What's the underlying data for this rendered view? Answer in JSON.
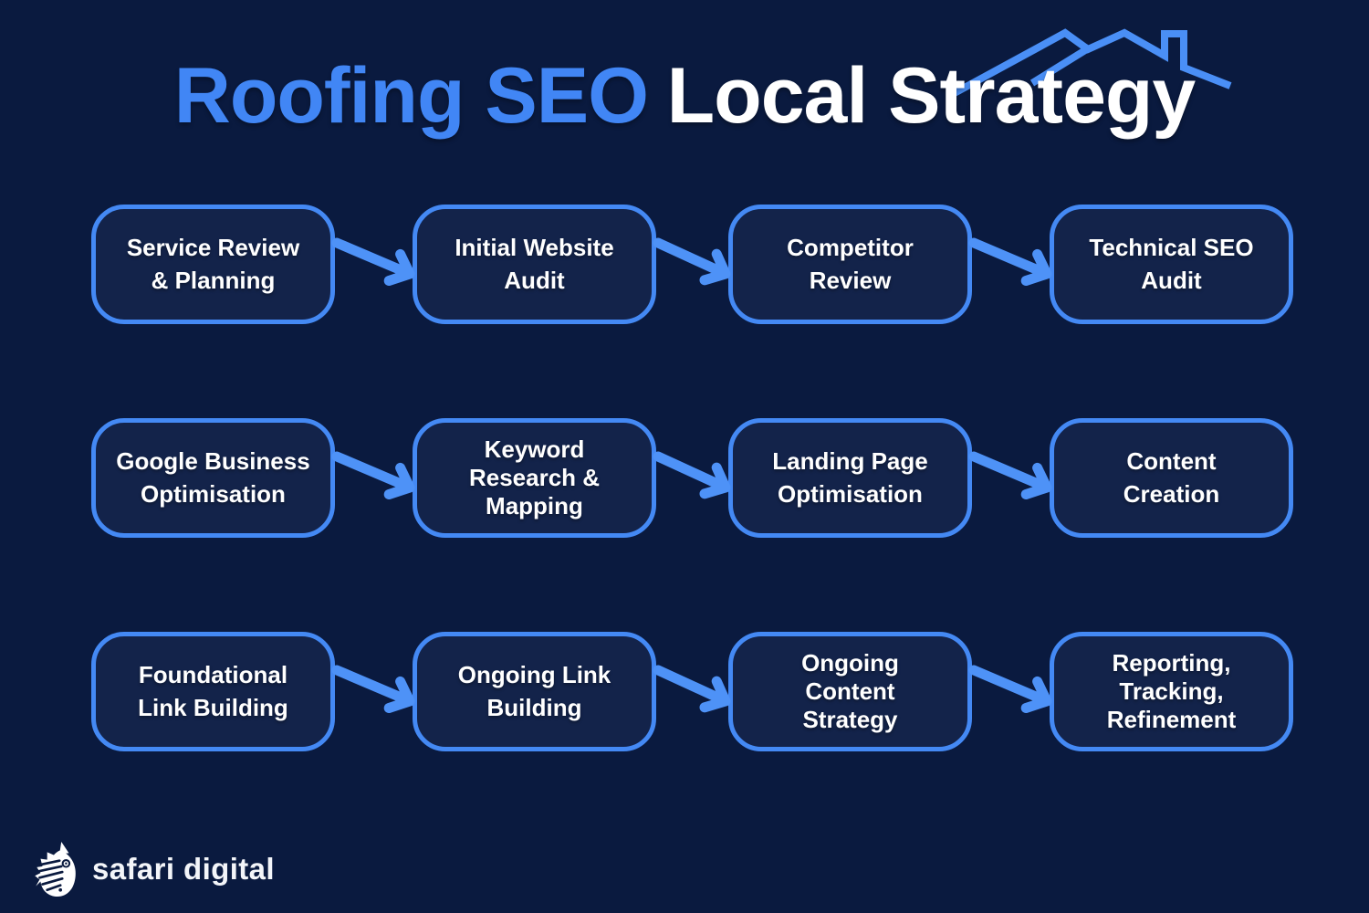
{
  "title": {
    "highlight": "Roofing SEO",
    "rest": "Local Strategy"
  },
  "steps": [
    {
      "label": "Service Review\n& Planning"
    },
    {
      "label": "Initial Website\nAudit"
    },
    {
      "label": "Competitor\nReview"
    },
    {
      "label": "Technical SEO\nAudit"
    },
    {
      "label": "Google Business\nOptimisation"
    },
    {
      "label": "Keyword\nResearch &\nMapping"
    },
    {
      "label": "Landing Page\nOptimisation"
    },
    {
      "label": "Content\nCreation"
    },
    {
      "label": "Foundational\nLink Building"
    },
    {
      "label": "Ongoing Link\nBuilding"
    },
    {
      "label": "Ongoing\nContent\nStrategy"
    },
    {
      "label": "Reporting,\nTracking,\nRefinement"
    }
  ],
  "footer": {
    "brand": "safari digital"
  },
  "icons": {
    "roof": "roof-outline-icon",
    "logo": "zebra-logo-icon"
  },
  "colors": {
    "background": "#0a1a3f",
    "box_fill": "#13234a",
    "box_border": "#4489f4",
    "arrow": "#4e92f7",
    "title_highlight": "#4186f5",
    "title_text": "#ffffff",
    "label_text": "#ffffff"
  }
}
